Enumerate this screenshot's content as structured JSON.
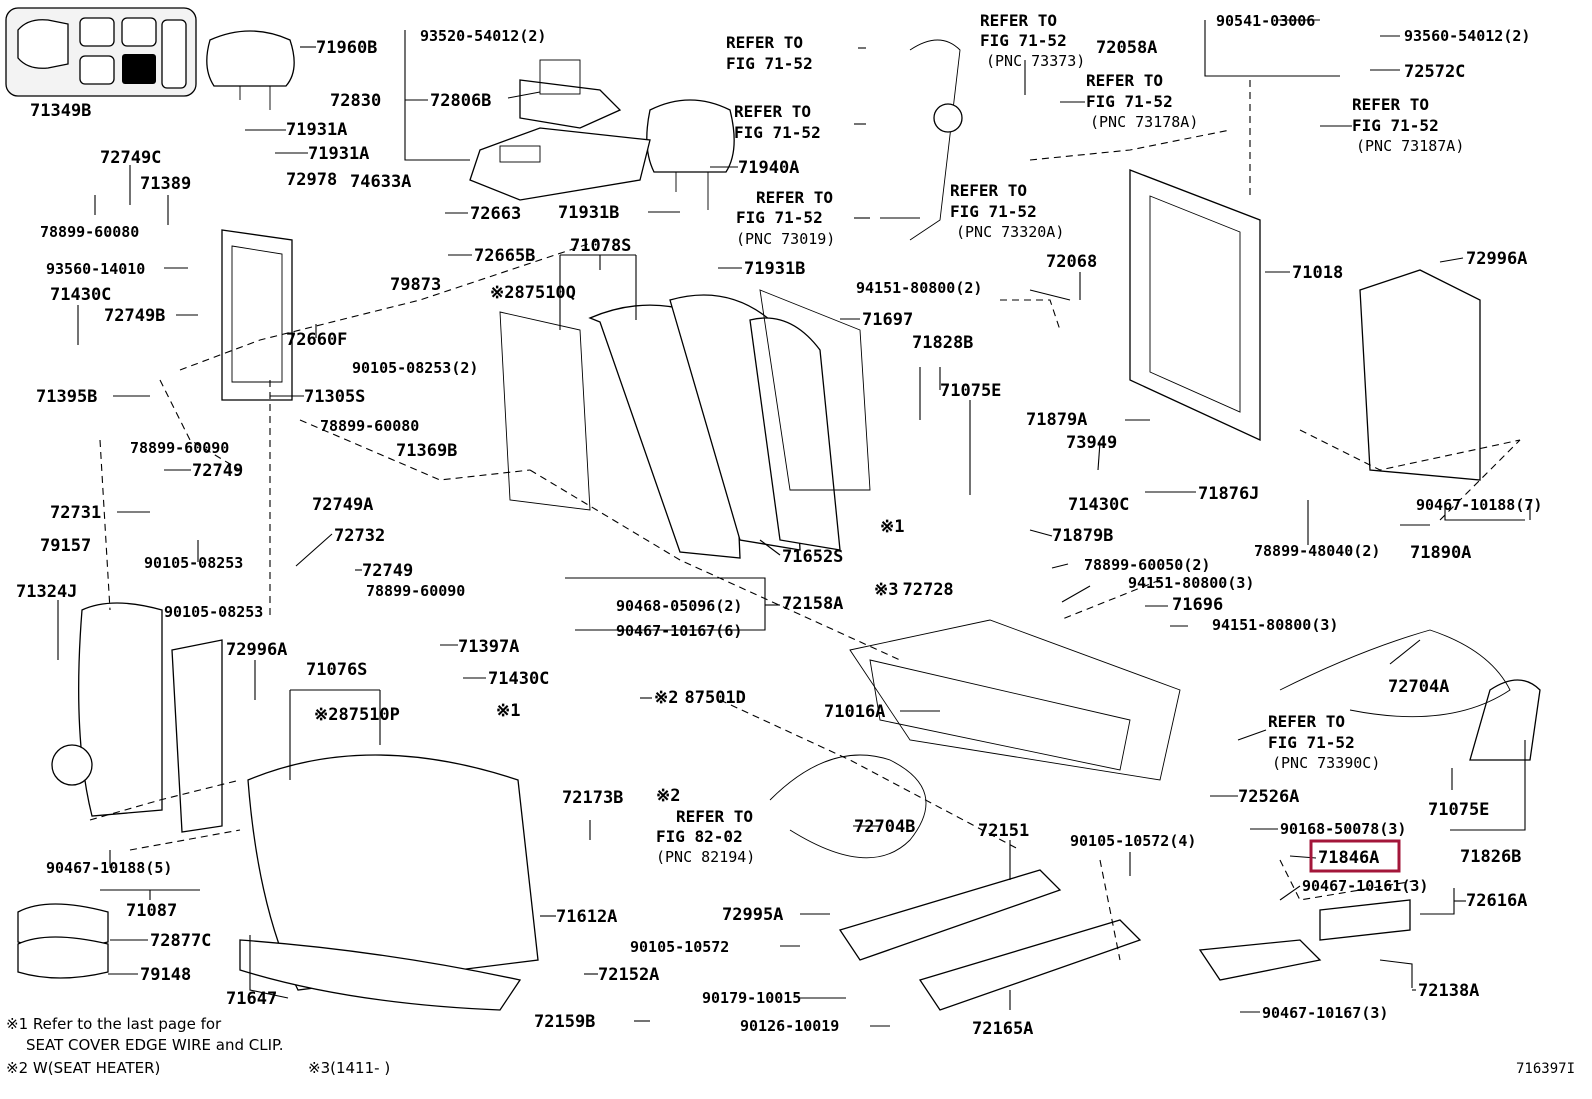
{
  "seat_buttons": {
    "highlighted": "bottom-middle",
    "highlight_color": "#000000"
  },
  "highlight": {
    "part": "71846A",
    "color": "#a3163a"
  },
  "parts": {
    "p71960B": "71960B",
    "p93520": "93520-54012(2)",
    "p72830": "72830",
    "p72806B": "72806B",
    "p71349B": "71349B",
    "p71931A_1": "71931A",
    "p71931A_2": "71931A",
    "p72749C": "72749C",
    "p71389": "71389",
    "p78899_60080a": "78899-60080",
    "p72978": "72978",
    "p74633A": "74633A",
    "p72663": "72663",
    "p71940A": "71940A",
    "p71931B_1": "71931B",
    "p71931B_2": "71931B",
    "p93560_14010": "93560-14010",
    "p72665B": "72665B",
    "p71078S": "71078S",
    "p71430C_1": "71430C",
    "p79873": "79873",
    "p87510Q": "87510Q",
    "p72749B": "72749B",
    "p72660F": "72660F",
    "p90105_08253_2": "90105-08253(2)",
    "p71697": "71697",
    "p71395B": "71395B",
    "p71305S": "71305S",
    "p78899_60080b": "78899-60080",
    "p78899_60090a": "78899-60090",
    "p72749_1": "72749",
    "p71369B": "71369B",
    "p72749A": "72749A",
    "p72731": "72731",
    "p90105_08253a": "90105-08253",
    "p79157": "79157",
    "p72732": "72732",
    "p72749_2": "72749",
    "p78899_60090b": "78899-60090",
    "p71324J": "71324J",
    "p90105_08253b": "90105-08253",
    "p72996A_1": "72996A",
    "p71397A": "71397A",
    "p71430C_2": "71430C",
    "p71076S": "71076S",
    "p87510P": "87510P",
    "p90467_10188_5": "90467-10188(5)",
    "p71087": "71087",
    "p72877C": "72877C",
    "p79148": "79148",
    "p71647": "71647",
    "p71652S": "71652S",
    "p90468_05096": "90468-05096(2)",
    "p72158A": "72158A",
    "p90467_10167_6": "90467-10167(6)",
    "p87501D": "87501D",
    "p72173B": "72173B",
    "p71612A": "71612A",
    "p72152A": "72152A",
    "p72159B": "72159B",
    "p90179": "90179-10015",
    "p90126": "90126-10019",
    "p72995A": "72995A",
    "p90105_10572a": "90105-10572",
    "p72704B": "72704B",
    "p72151": "72151",
    "p72165A": "72165A",
    "p71016A": "71016A",
    "p72728": "72728",
    "p94151_80800_3a": "94151-80800(3)",
    "p71696": "71696",
    "p94151_80800_3b": "94151-80800(3)",
    "p78899_60050": "78899-60050(2)",
    "p71879B": "71879B",
    "p71879A": "71879A",
    "p73949": "73949",
    "p71430C_3": "71430C",
    "p71876J": "71876J",
    "p71828B": "71828B",
    "p71075E_1": "71075E",
    "p72068": "72068",
    "p94151_80800_2": "94151-80800(2)",
    "p71018": "71018",
    "p72058A": "72058A",
    "p90541": "90541-03006",
    "p93560_54012": "93560-54012(2)",
    "p72572C": "72572C",
    "p72996A_2": "72996A",
    "p90467_10188_7": "90467-10188(7)",
    "p71890A": "71890A",
    "p78899_48040": "78899-48040(2)",
    "p72704A": "72704A",
    "p72526A": "72526A",
    "p90168": "90168-50078(3)",
    "p90105_10572_4": "90105-10572(4)",
    "p71846A": "71846A",
    "p90467_10161": "90467-10161(3)",
    "p72616A": "72616A",
    "p72138A": "72138A",
    "p90467_10167_3": "90467-10167(3)",
    "p71075E_2": "71075E",
    "p71826B": "71826B"
  },
  "refs": {
    "refer_to": "REFER TO",
    "fig_71_52": "FIG 71-52",
    "fig_82_02": "FIG 82-02",
    "pnc_73373": "(PNC 73373)",
    "pnc_73178A": "(PNC 73178A)",
    "pnc_73187A": "(PNC 73187A)",
    "pnc_73019": "(PNC 73019)",
    "pnc_73320A": "(PNC 73320A)",
    "pnc_73390C": "(PNC 73390C)",
    "pnc_82194": "(PNC 82194)"
  },
  "marks": {
    "m1": "※1",
    "m2": "※2",
    "m3": "※3"
  },
  "notes": {
    "n1_line1": "※1 Refer to the last page for",
    "n1_line2": "SEAT COVER EDGE WIRE and CLIP.",
    "n2": "※2 W(SEAT  HEATER)",
    "n3": "※3(1411-     )"
  },
  "figure_id": "716397I"
}
